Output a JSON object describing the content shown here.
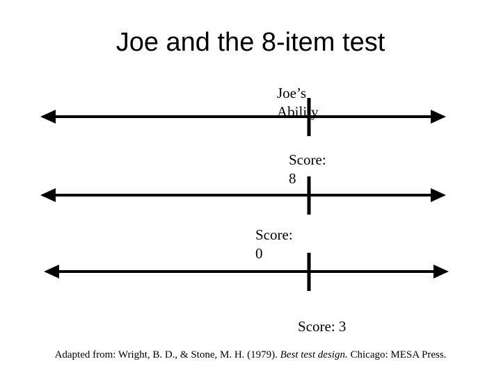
{
  "title": "Joe and the 8-item test",
  "labels": {
    "ability": "Joe’s\nAbility",
    "score_8": "Score:\n8",
    "score_0": "Score:\n0",
    "score_3": "Score: 3"
  },
  "citation": {
    "before": "Adapted from: Wright, B. D., & Stone, M. H. (1979). ",
    "book": "Best test design.",
    "after": " Chicago: MESA Press."
  },
  "colors": {
    "line": "#000000",
    "background": "#ffffff"
  }
}
